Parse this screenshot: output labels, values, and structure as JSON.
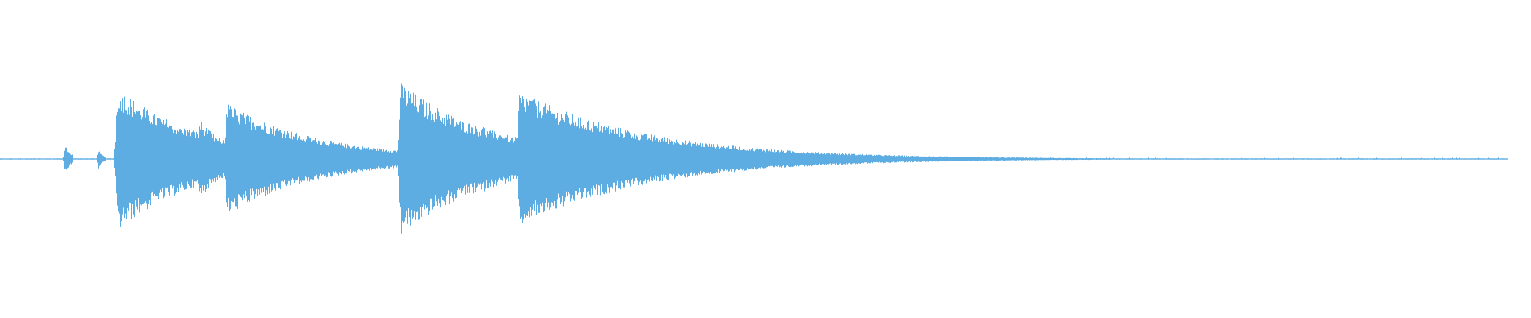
{
  "waveform": {
    "color": "#5dade2",
    "background": "#ffffff",
    "baseline_amplitude": 0.004,
    "duration_fraction_drawn": 0.985,
    "events": [
      {
        "start": 0.041,
        "peak": 0.095,
        "attack": 0.001,
        "decay": 0.004,
        "kind": "click"
      },
      {
        "start": 0.063,
        "peak": 0.058,
        "attack": 0.001,
        "decay": 0.003,
        "kind": "click"
      },
      {
        "start": 0.074,
        "peak": 0.43,
        "attack": 0.003,
        "decay": 0.055,
        "kind": "note"
      },
      {
        "start": 0.128,
        "peak": 0.24,
        "attack": 0.002,
        "decay": 0.02,
        "kind": "note"
      },
      {
        "start": 0.146,
        "peak": 0.34,
        "attack": 0.002,
        "decay": 0.06,
        "kind": "note"
      },
      {
        "start": 0.256,
        "peak": 0.045,
        "attack": 0.001,
        "decay": 0.003,
        "kind": "click"
      },
      {
        "start": 0.259,
        "peak": 0.46,
        "attack": 0.003,
        "decay": 0.06,
        "kind": "note"
      },
      {
        "start": 0.312,
        "peak": 0.22,
        "attack": 0.002,
        "decay": 0.018,
        "kind": "note"
      },
      {
        "start": 0.337,
        "peak": 0.41,
        "attack": 0.002,
        "decay": 0.085,
        "kind": "note"
      }
    ],
    "tail_sparkle_start": 0.62
  }
}
